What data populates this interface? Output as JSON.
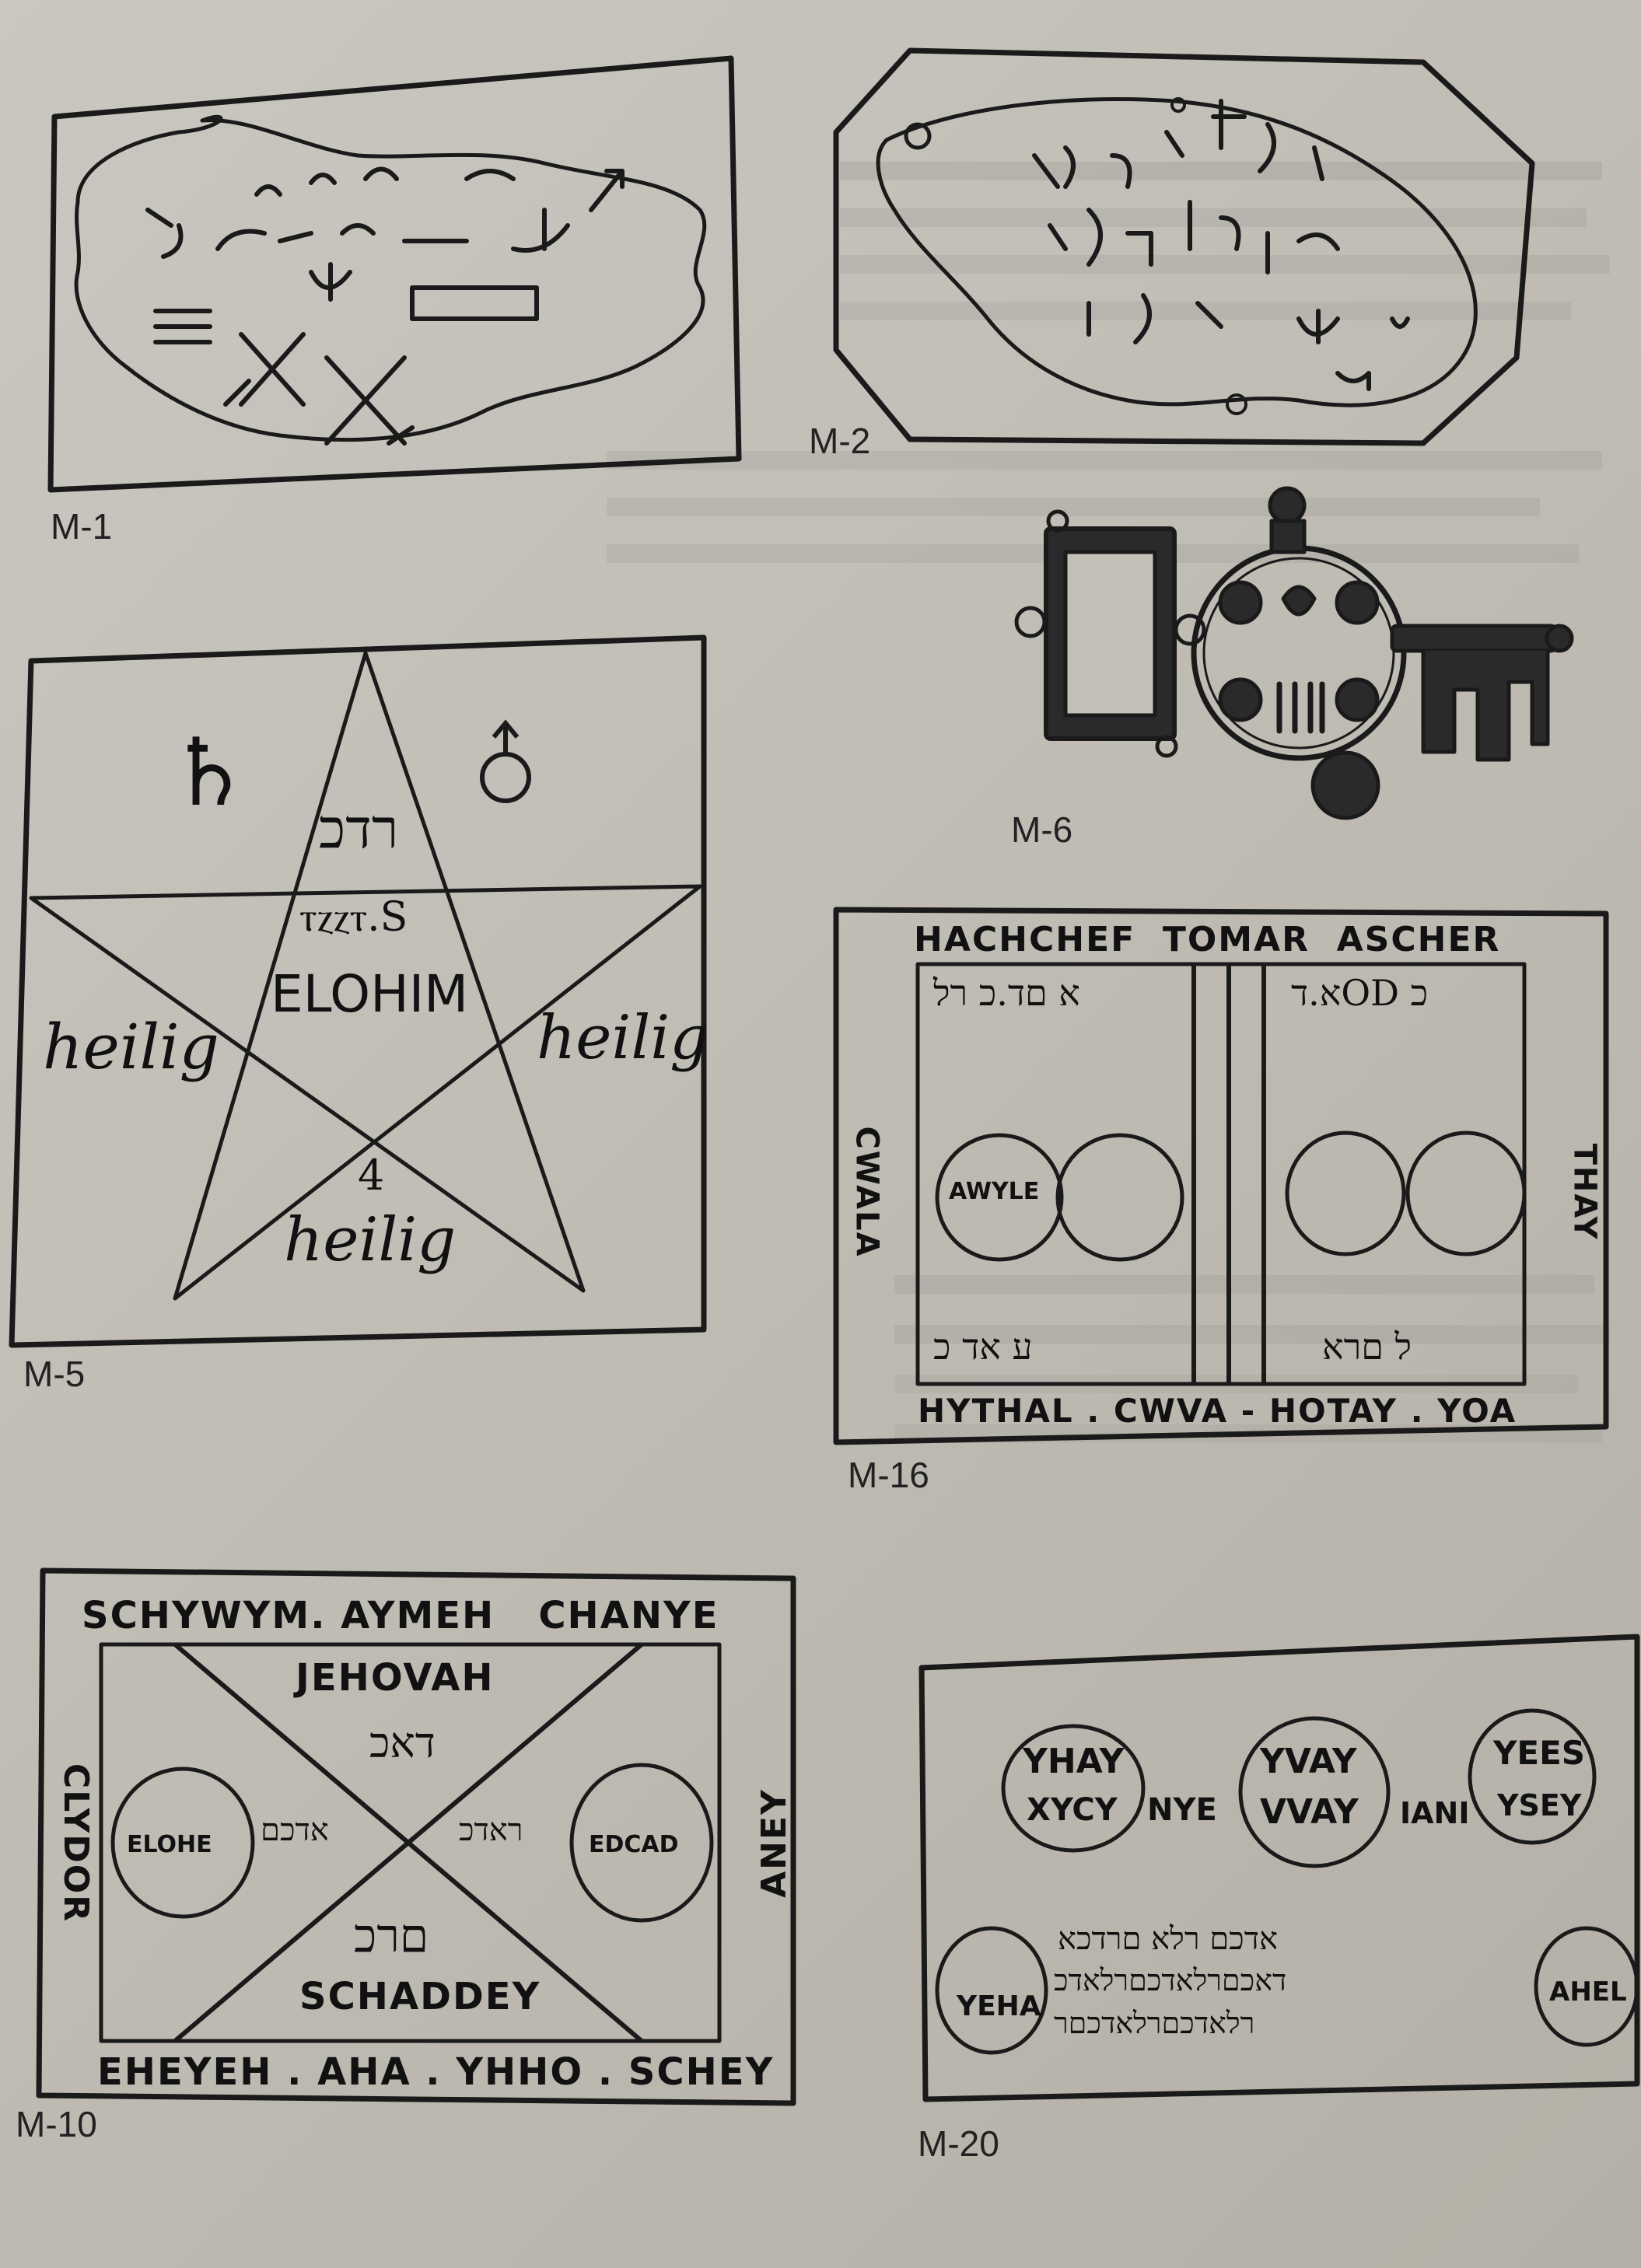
{
  "figures": {
    "m1": {
      "label": "M-1"
    },
    "m2": {
      "label": "M-2"
    },
    "m5": {
      "label": "M-5",
      "planet_symbol": "♄",
      "center": "ELOHIM",
      "word": "heilig",
      "numeral": "4"
    },
    "m6": {
      "label": "M-6"
    },
    "m16": {
      "label": "M-16",
      "top_text": "HACHCHEF  TOMAR  ASCHER",
      "bottom_text": "HYTHAL . CWVA - HOTAY . YOA",
      "left_text": "CWALA",
      "right_text": "THAY",
      "circle_text": "AWYLE"
    },
    "m10": {
      "label": "M-10",
      "top_text": "SCHYWYM. AYMEH   CHANYE",
      "inner_top": "JEHOVAH",
      "inner_bottom": "SCHADDEY",
      "bottom_text": "EHEYEH . AHA . YHHO . SCHEY",
      "left_text": "CLYDOR",
      "right_text": "ANEY",
      "left_circle": "ELOHE",
      "right_circle": "EDCAD"
    },
    "m20": {
      "label": "M-20",
      "circles": [
        "YHAY",
        "YVAY",
        "YEES",
        "YEHA",
        "AHEL"
      ],
      "words": [
        "XYCY",
        "NYE",
        "VVAY",
        "IANI",
        "YSEY"
      ]
    }
  },
  "colors": {
    "ink": "#1a1a1a",
    "paper": "#c6c3bb"
  }
}
